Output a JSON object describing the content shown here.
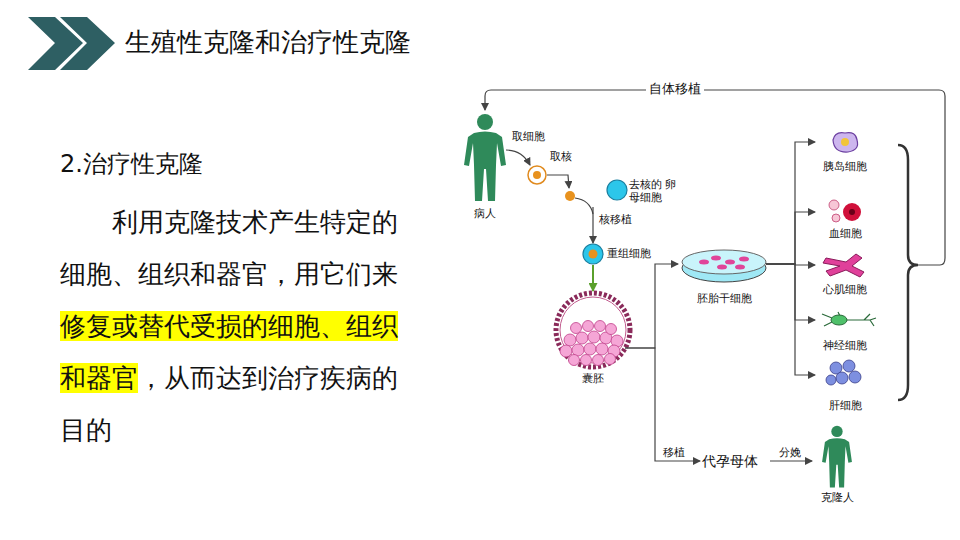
{
  "diagram": {
    "title": "生殖性克隆和治疗性克隆",
    "nodes": [
      {
        "text": [
          "病人"
        ]
      },
      {
        "text": [
          "去核的 卵母细胞"
        ]
      },
      {
        "text": [
          "重组细胞"
        ]
      },
      {
        "text": [
          "囊胚"
        ]
      },
      {
        "text": [
          "胚胎干细胞"
        ]
      },
      {
        "text": [
          "胰岛细胞"
        ]
      },
      {
        "text": [
          "血细胞"
        ]
      },
      {
        "text": [
          "心肌细胞"
        ]
      },
      {
        "text": [
          "神经细胞"
        ]
      },
      {
        "text": [
          "肝细胞"
        ]
      },
      {
        "text": [
          "代孕母体"
        ]
      },
      {
        "text": [
          "克隆人"
        ]
      }
    ],
    "edges": [
      {
        "from": 1,
        "to": 2,
        "label": "核移植",
        "arrow": "to"
      },
      {
        "from": 2,
        "to": 3,
        "arrow": "to"
      },
      {
        "from": 3,
        "to": 4,
        "arrow": "to"
      },
      {
        "from": 3,
        "to": 10,
        "label": "移植",
        "arrow": "to"
      },
      {
        "from": 10,
        "to": 11,
        "label": "分娩",
        "arrow": "to"
      },
      {
        "from": 4,
        "to": 5,
        "arrow": "to"
      },
      {
        "from": 4,
        "to": 6,
        "arrow": "to"
      },
      {
        "from": 4,
        "to": 7,
        "arrow": "to"
      },
      {
        "from": 4,
        "to": 8,
        "arrow": "to"
      },
      {
        "from": 4,
        "to": 9,
        "arrow": "to"
      }
    ],
    "labels": [
      "取细胞",
      "取核",
      "自体移植",
      "2.治疗性克隆",
      "利用克隆技术产生特定的细胞、组织和器官，用它们来",
      "修复或替代受损的细胞、组织和器官",
      "，从而达到治疗疾病的目的"
    ]
  }
}
